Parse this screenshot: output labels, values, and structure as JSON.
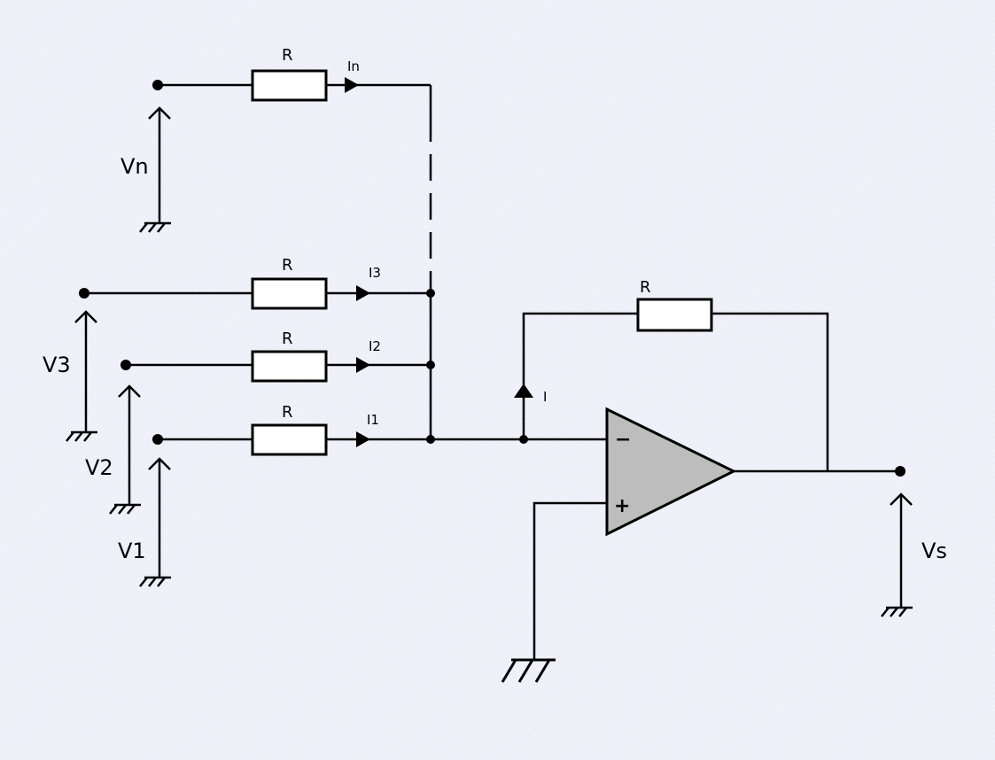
{
  "labels": {
    "resistor": "R",
    "current_n": "In",
    "current_3": "I3",
    "current_2": "I2",
    "current_1": "I1",
    "current_feedback": "I",
    "voltage_n": "Vn",
    "voltage_3": "V3",
    "voltage_2": "V2",
    "voltage_1": "V1",
    "voltage_out": "Vs",
    "inverting_input": "−",
    "noninverting_input": "+"
  },
  "colors": {
    "background": "#eeeef9",
    "wire": "#000000",
    "resistor_fill": "#ffffff",
    "opamp_fill": "#bdbdbd"
  }
}
